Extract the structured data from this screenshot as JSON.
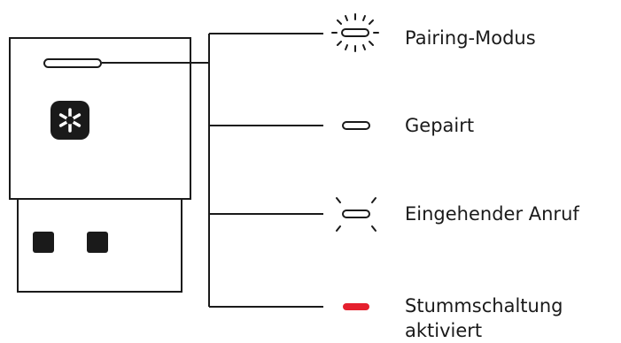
{
  "legend": {
    "states": [
      {
        "label": "Pairing-Modus",
        "indicator": "blinking-white-light-icon",
        "color": "#ffffff"
      },
      {
        "label": "Gepairt",
        "indicator": "steady-white-light-icon",
        "color": "#ffffff"
      },
      {
        "label": "Eingehender Anruf",
        "indicator": "pulsing-white-light-icon",
        "color": "#ffffff"
      },
      {
        "label": "Stummschaltung aktiviert",
        "indicator": "steady-red-light-icon",
        "color": "#e5202e"
      }
    ]
  },
  "device": {
    "name": "usb-receiver",
    "logo": "bluetooth-asterisk-icon"
  },
  "colors": {
    "line": "#1a1a1a",
    "mute_red": "#e5202e"
  }
}
